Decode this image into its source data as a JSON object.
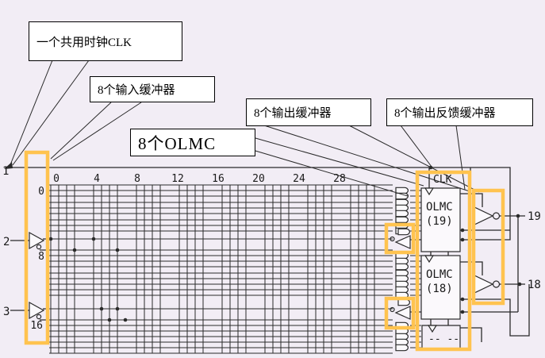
{
  "callouts": {
    "clock": "一个共用时钟CLK",
    "input_buffers": "8个输入缓冲器",
    "olmc": "8个OLMC",
    "output_buffers": "8个输出缓冲器",
    "output_feedback_buffers": "8个输出反馈缓冲器"
  },
  "and_array": {
    "column_labels": [
      "0",
      "4",
      "8",
      "12",
      "16",
      "20",
      "24",
      "28"
    ],
    "row_labels": [
      "0",
      "8",
      "16"
    ]
  },
  "pins": {
    "left": [
      "1",
      "2",
      "3"
    ],
    "right": [
      "19",
      "18"
    ]
  },
  "olmc_blocks": {
    "clk_label": "CLK",
    "blocks": [
      {
        "line1": "OLMC",
        "line2": "(19)"
      },
      {
        "line1": "OLMC",
        "line2": "(18)"
      },
      {
        "line1": "-- --"
      }
    ]
  },
  "colors": {
    "highlight": "#FFC34F",
    "wire": "#2A2A2A",
    "background": "#F2EDF5",
    "callout_fill": "#FFFFFF"
  }
}
